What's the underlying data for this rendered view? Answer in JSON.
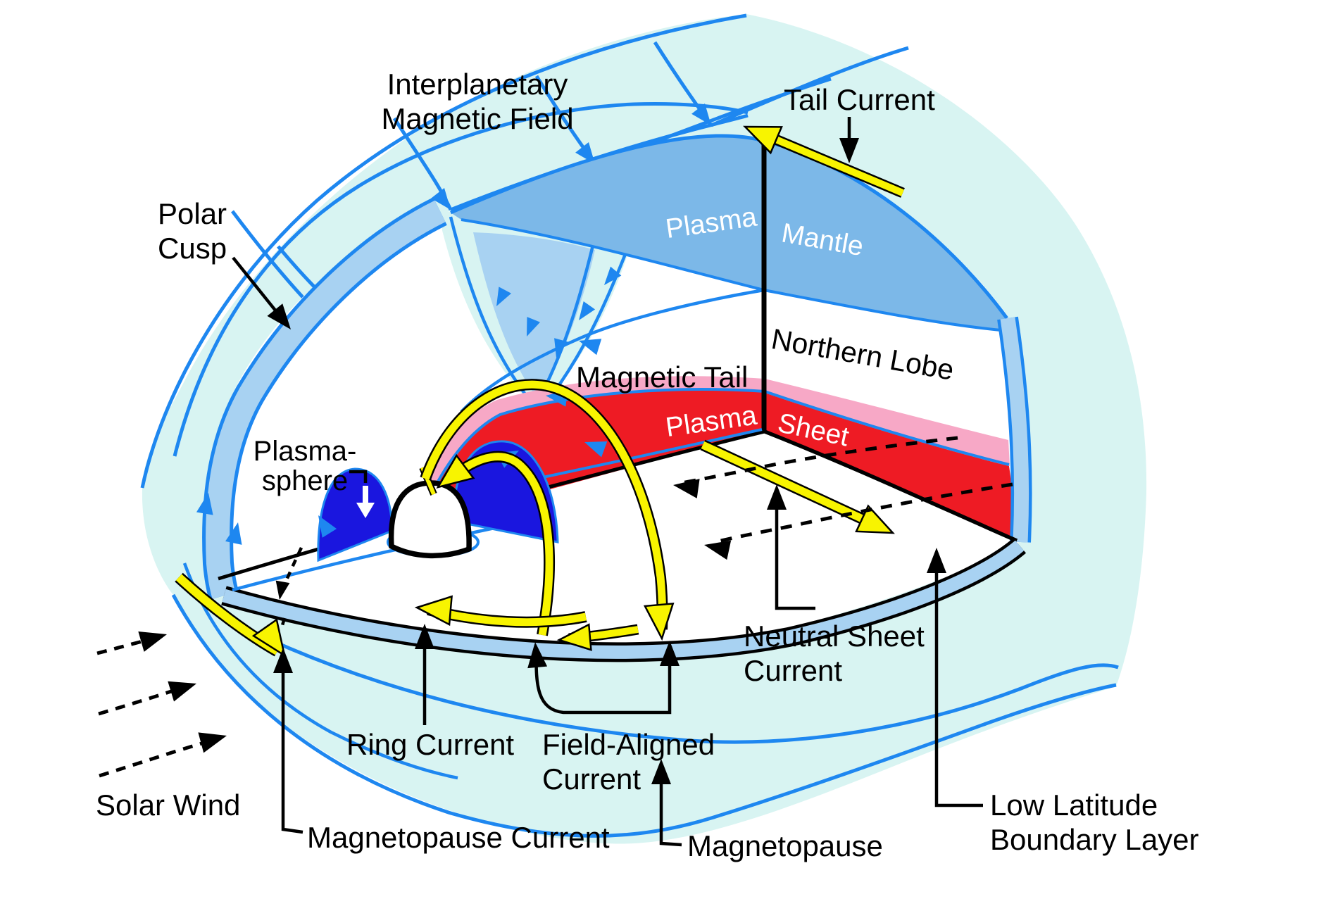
{
  "figure": "Cutaway diagram of Earth's magnetosphere showing plasma regions and current systems",
  "colors": {
    "background": "#FFFFFF",
    "magnetosheath_cyan": "#D8F4F2",
    "boundary_band_blue": "#A8D2F2",
    "plasma_mantle_blue": "#7CB8E8",
    "field_line_blue": "#1E87F0",
    "plasmasphere_dark_blue": "#1A16DF",
    "plasma_sheet_red": "#EE1B24",
    "sheet_boundary_pink": "#F7A8C6",
    "current_yellow": "#F8F400",
    "line_black": "#000000"
  },
  "labels": {
    "imf1": {
      "text": "Interplanetary"
    },
    "imf2": {
      "text": "Magnetic Field"
    },
    "tail_current": {
      "text": "Tail Current"
    },
    "polar1": {
      "text": "Polar"
    },
    "polar2": {
      "text": "Cusp"
    },
    "mantle_word1": {
      "text": "Plasma"
    },
    "mantle_word2": {
      "text": "Mantle"
    },
    "northern_lobe": {
      "text": "Northern Lobe"
    },
    "magnetic_tail": {
      "text": "Magnetic Tail"
    },
    "sheet_word1": {
      "text": "Plasma"
    },
    "sheet_word2": {
      "text": "Sheet"
    },
    "plasmasphere1": {
      "text": "Plasma-"
    },
    "plasmasphere2": {
      "text": "sphere"
    },
    "neutral1": {
      "text": "Neutral Sheet"
    },
    "neutral2": {
      "text": "Current"
    },
    "ring_current": {
      "text": "Ring Current"
    },
    "fac1": {
      "text": "Field-Aligned"
    },
    "fac2": {
      "text": "Current"
    },
    "llbl1": {
      "text": "Low Latitude"
    },
    "llbl2": {
      "text": "Boundary Layer"
    },
    "solar_wind": {
      "text": "Solar Wind"
    },
    "magnetopause": {
      "text": "Magnetopause"
    },
    "magnetopause_current": {
      "text": "Magnetopause Current"
    }
  },
  "arrows": [
    "tail-current-arrow",
    "magnetopause-current-arrow",
    "ring-current-arrow",
    "field-aligned-current-ribbons",
    "neutral-sheet-current-arrow",
    "solar-wind-arrows",
    "imf-field-line-arrows",
    "polar-cusp-pointer",
    "plasmasphere-pointer",
    "neutral-sheet-pointer",
    "low-latitude-boundary-layer-pointer",
    "magnetopause-pointer",
    "magnetopause-current-pointer",
    "ring-current-pointer",
    "field-aligned-current-pointer"
  ]
}
